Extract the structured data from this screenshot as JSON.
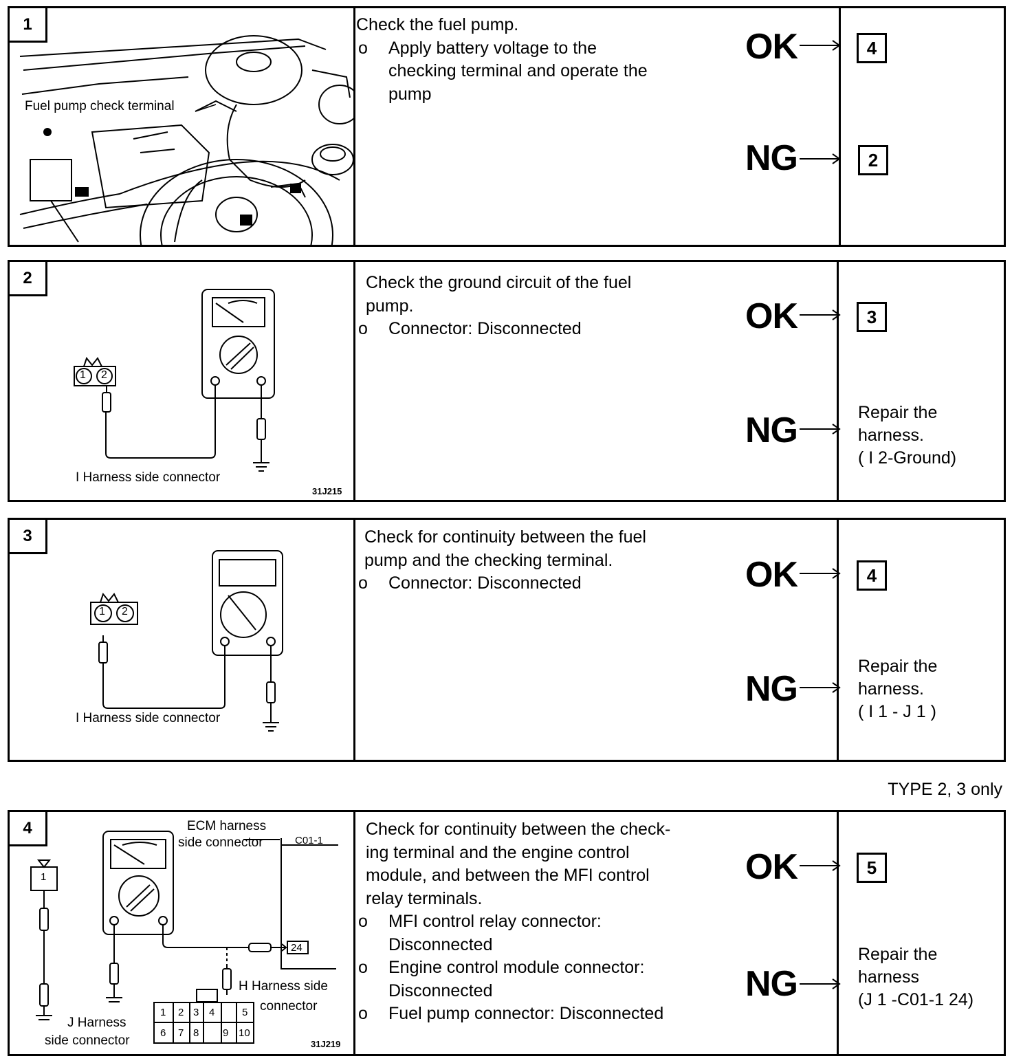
{
  "type_note": "TYPE 2, 3 only",
  "ok_label": "OK",
  "ng_label": "NG",
  "steps": [
    {
      "number": "1",
      "figure_label": "Fuel pump check terminal",
      "title": "Check the fuel pump.",
      "bullets": [
        "Apply battery voltage to the checking terminal and operate the pump"
      ],
      "bullet_lines": [
        "Apply battery voltage to the",
        "checking terminal and operate the",
        "pump"
      ],
      "ok_ref": "4",
      "ng_ref": "2"
    },
    {
      "number": "2",
      "figure_label": "I Harness side connector",
      "figure_code": "31J215",
      "connector_pins": [
        "1",
        "2"
      ],
      "title_lines": [
        "Check the ground circuit of the fuel",
        "pump."
      ],
      "bullets": [
        "Connector: Disconnected"
      ],
      "ok_ref": "3",
      "ng_lines": [
        "Repair the",
        "harness.",
        "( I 2-Ground)"
      ]
    },
    {
      "number": "3",
      "figure_label": "I Harness side connector",
      "connector_pins": [
        "1",
        "2"
      ],
      "title_lines": [
        "Check for continuity between the fuel",
        "pump and the checking terminal."
      ],
      "bullets": [
        "Connector: Disconnected"
      ],
      "ok_ref": "4",
      "ng_lines": [
        "Repair the",
        "harness.",
        "( I 1 - J 1 )"
      ]
    },
    {
      "number": "4",
      "figure_labels": {
        "ecm_1": "ECM harness",
        "ecm_2": "side connector",
        "c01": "C01-1",
        "pin24": "24",
        "h_1": "H Harness side",
        "h_2": "connector",
        "j_1": "J Harness",
        "j_2": "side connector",
        "j_pin": "1",
        "code": "31J219",
        "h_pins_top": [
          "1",
          "2",
          "3",
          "4",
          "5"
        ],
        "h_pins_bottom": [
          "6",
          "7",
          "8",
          "9",
          "10"
        ]
      },
      "title_lines": [
        "Check for continuity between the check-",
        "ing terminal and the engine control",
        "module, and between the MFI control",
        "relay terminals."
      ],
      "bullets": [
        [
          "MFI control relay connector:",
          "Disconnected"
        ],
        [
          "Engine control module connector:",
          "Disconnected"
        ],
        [
          "Fuel pump connector: Disconnected"
        ]
      ],
      "ok_ref": "5",
      "ng_lines": [
        "Repair the",
        "harness",
        "(J 1 -C01-1 24)"
      ]
    }
  ]
}
